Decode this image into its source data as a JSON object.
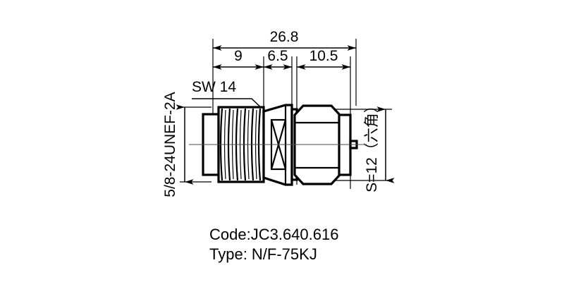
{
  "drawing": {
    "title_hidden": "",
    "dimensions": {
      "overall_length": "26.8",
      "thread_length": "9",
      "mid_section": "6.5",
      "hex_section": "10.5"
    },
    "annotations": {
      "wrench_flat": "SW 14",
      "thread_spec": "5/8-24UNEF-2A",
      "hex_across_flats": "S=12（六角）"
    },
    "caption": {
      "code_line": "Code:JC3.640.616",
      "type_line": "Type: N/F-75KJ"
    },
    "colors": {
      "line": "#000000",
      "centerline": "#4d4d4d",
      "background": "#ffffff"
    }
  }
}
